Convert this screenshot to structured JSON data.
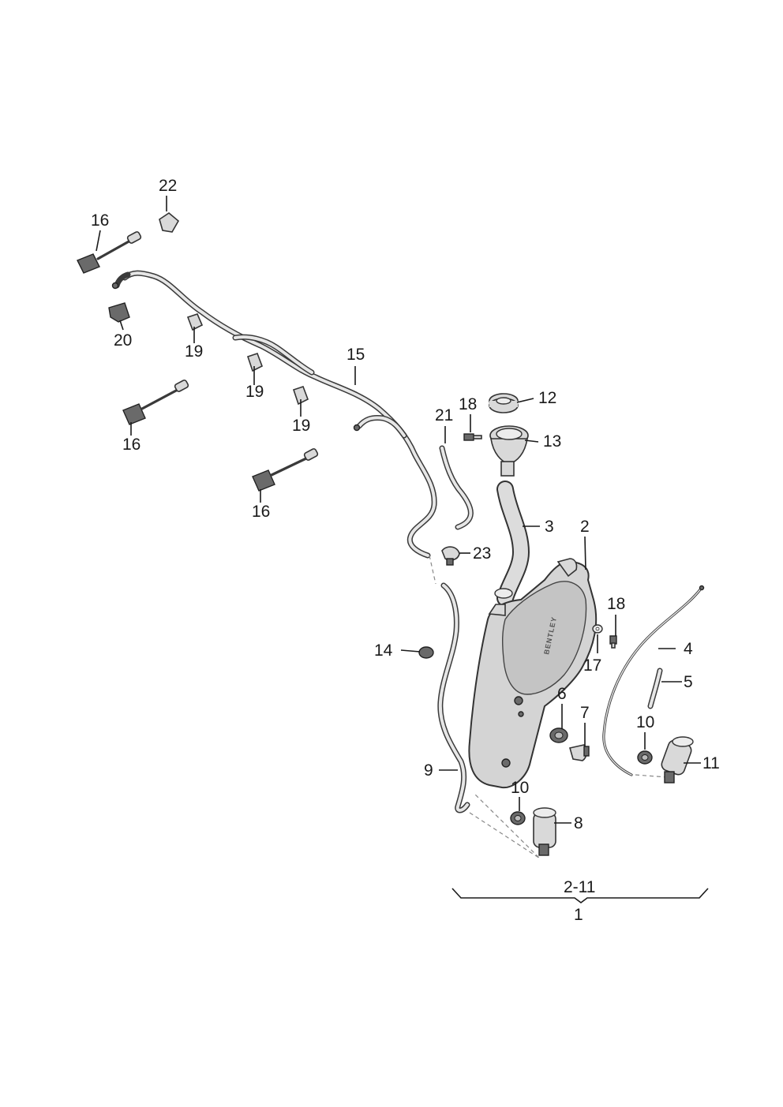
{
  "callouts": {
    "c22": "22",
    "c16a": "16",
    "c20": "20",
    "c19a": "19",
    "c15": "15",
    "c19b": "19",
    "c19c": "19",
    "c16b": "16",
    "c16c": "16",
    "c21": "21",
    "c18a": "18",
    "c12": "12",
    "c13": "13",
    "c3": "3",
    "c2": "2",
    "c23": "23",
    "c14": "14",
    "c18b": "18",
    "c17": "17",
    "c4": "4",
    "c5": "5",
    "c6": "6",
    "c7": "7",
    "c10a": "10",
    "c11": "11",
    "c9": "9",
    "c10b": "10",
    "c8": "8"
  },
  "bracket": {
    "top_label": "2-11",
    "bottom_label": "1"
  },
  "tank_brand": "BENTLEY"
}
